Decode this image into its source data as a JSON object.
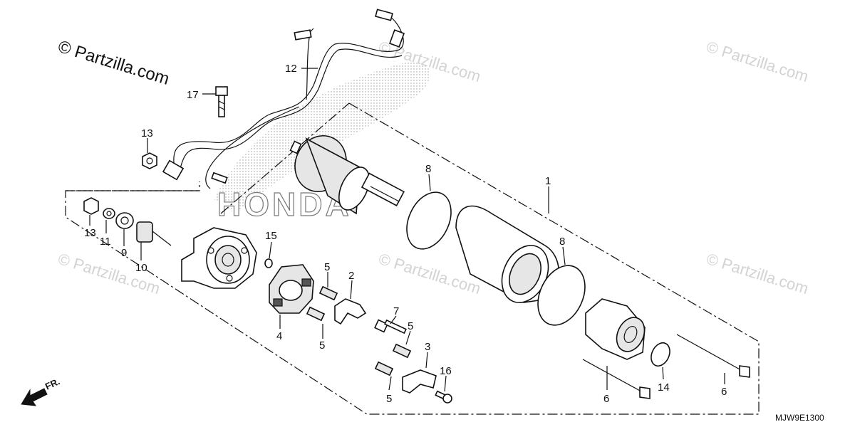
{
  "watermark": {
    "main": "© Partzilla.com",
    "faint": "© Partzilla.com"
  },
  "background_logo": "HONDA",
  "diagram_code": "MJW9E1300",
  "direction_label": "FR.",
  "callouts": {
    "c1": "1",
    "c2": "2",
    "c3": "3",
    "c4": "4",
    "c5a": "5",
    "c5b": "5",
    "c5c": "5",
    "c5d": "5",
    "c6a": "6",
    "c6b": "6",
    "c7": "7",
    "c8a": "8",
    "c8b": "8",
    "c9": "9",
    "c10": "10",
    "c11": "11",
    "c12": "12",
    "c13a": "13",
    "c13b": "13",
    "c14": "14",
    "c15": "15",
    "c16": "16",
    "c17": "17"
  }
}
